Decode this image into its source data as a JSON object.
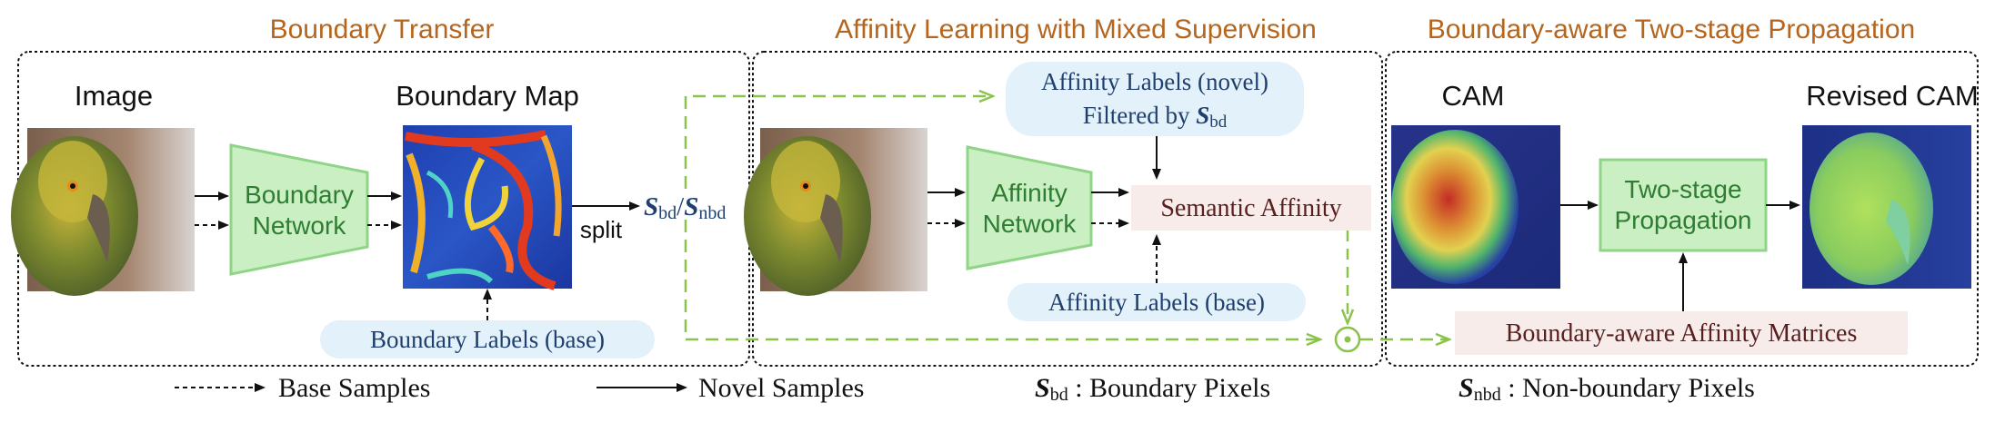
{
  "sections": {
    "boundary_transfer": "Boundary Transfer",
    "affinity_learning": "Affinity Learning with Mixed Supervision",
    "propagation": "Boundary-aware Two-stage Propagation"
  },
  "panel1": {
    "image_label": "Image",
    "boundary_map_label": "Boundary Map",
    "network_line1": "Boundary",
    "network_line2": "Network",
    "boundary_labels": "Boundary Labels (base)",
    "split": "split",
    "s_symbol": "S",
    "bd_sub": "bd",
    "slash": "/",
    "nbd_sub": "nbd"
  },
  "panel2": {
    "novel_line1": "Affinity Labels (novel)",
    "novel_line2": "Filtered by ",
    "s_symbol": "S",
    "bd_sub": "bd",
    "network_line1": "Affinity",
    "network_line2": "Network",
    "semantic_affinity": "Semantic Affinity",
    "base_labels": "Affinity Labels (base)"
  },
  "panel3": {
    "cam_label": "CAM",
    "revised_cam_label": "Revised CAM",
    "prop_line1": "Two-stage",
    "prop_line2": "Propagation",
    "affinity_matrices": "Boundary-aware Affinity Matrices"
  },
  "legend": {
    "base": "Base Samples",
    "novel": "Novel Samples",
    "s_symbol": "S",
    "bd_sub": "bd",
    "bd_desc": " : Boundary Pixels",
    "nbd_sub": "nbd",
    "nbd_desc": " : Non-boundary Pixels"
  },
  "colors": {
    "section_title": "#b5651d",
    "green_fill": "#c9efc2",
    "green_stroke": "#8fd487",
    "green_text": "#2e7d32",
    "blue_pill": "#e3f1fa",
    "blue_text": "#1f3f6e",
    "pink_box": "#f7ece9",
    "maroon_text": "#5a1e1e",
    "dashed_green": "#8bc34a"
  }
}
